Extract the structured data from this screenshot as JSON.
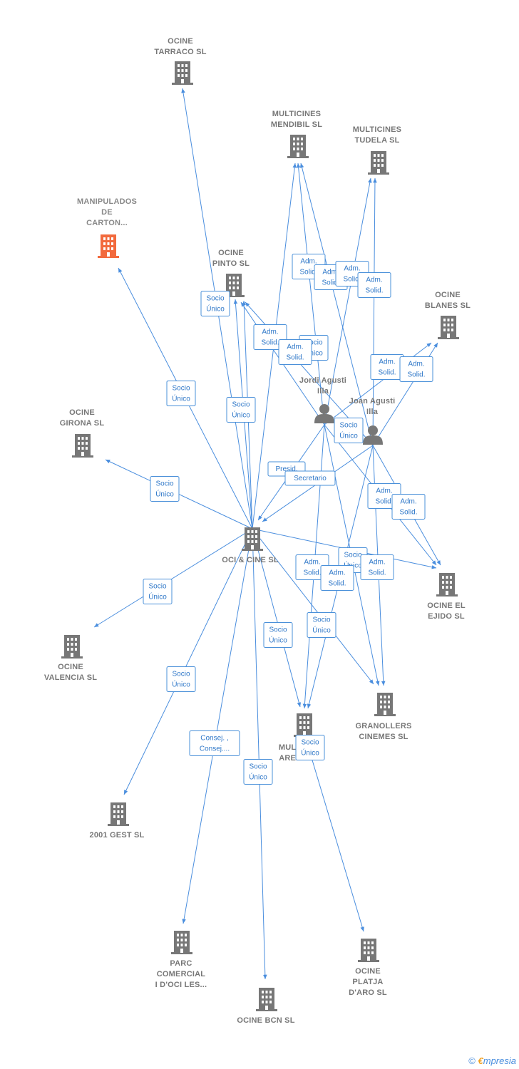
{
  "colors": {
    "edge": "#4a8ede",
    "company": "#777777",
    "highlight": "#f26a3d",
    "person": "#777777"
  },
  "nodes": [
    {
      "id": "tarraco",
      "type": "company",
      "label": [
        "OCINE",
        "TARRACO  SL"
      ]
    },
    {
      "id": "mendibil",
      "type": "company",
      "label": [
        "MULTICINES",
        "MENDIBIL  SL"
      ]
    },
    {
      "id": "tudela",
      "type": "company",
      "label": [
        "MULTICINES",
        "TUDELA SL"
      ]
    },
    {
      "id": "manipulados",
      "type": "company",
      "highlight": true,
      "label": [
        "MANIPULADOS",
        "DE",
        "CARTON..."
      ]
    },
    {
      "id": "pinto",
      "type": "company",
      "label": [
        "OCINE",
        "PINTO  SL"
      ]
    },
    {
      "id": "blanes",
      "type": "company",
      "label": [
        "OCINE",
        "BLANES  SL"
      ]
    },
    {
      "id": "girona",
      "type": "company",
      "label": [
        "OCINE",
        "GIRONA  SL"
      ]
    },
    {
      "id": "jordi",
      "type": "person",
      "label": [
        "Jordi Agusti",
        "Illa"
      ]
    },
    {
      "id": "joan",
      "type": "person",
      "label": [
        "Joan Agusti",
        "Illa"
      ]
    },
    {
      "id": "ocicine",
      "type": "company",
      "label": [
        "OCI & CINE  SL"
      ]
    },
    {
      "id": "ejido",
      "type": "company",
      "label": [
        "OCINE EL",
        "EJIDO  SL"
      ]
    },
    {
      "id": "valencia",
      "type": "company",
      "label": [
        "OCINE",
        "VALENCIA  SL"
      ]
    },
    {
      "id": "granollers",
      "type": "company",
      "label": [
        "GRANOLLERS",
        "CINEMES SL"
      ]
    },
    {
      "id": "multiarea",
      "type": "company",
      "label": [
        "MUL...",
        "ARE..."
      ]
    },
    {
      "id": "gest2001",
      "type": "company",
      "label": [
        "2001 GEST SL"
      ]
    },
    {
      "id": "parc",
      "type": "company",
      "label": [
        "PARC",
        "COMERCIAL",
        "I D'OCI LES..."
      ]
    },
    {
      "id": "platja",
      "type": "company",
      "label": [
        "OCINE",
        "PLATJA",
        "D'ARO  SL"
      ]
    },
    {
      "id": "bcn",
      "type": "company",
      "label": [
        "OCINE BCN  SL"
      ]
    }
  ],
  "relations": [
    {
      "id": "r1",
      "from": "ocicine",
      "to": "tarraco",
      "label": [
        "Socio",
        "Único"
      ]
    },
    {
      "id": "r2",
      "from": "ocicine",
      "to": "manipulados",
      "label": [
        "Socio",
        "Único"
      ]
    },
    {
      "id": "r3",
      "from": "ocicine",
      "to": "pinto",
      "label": [
        "Socio",
        "Único"
      ]
    },
    {
      "id": "r4",
      "from": "ocicine",
      "to": "pinto",
      "label": [
        "Socio",
        "Único"
      ]
    },
    {
      "id": "r5",
      "from": "ocicine",
      "to": "girona",
      "label": [
        "Socio",
        "Único"
      ]
    },
    {
      "id": "r6",
      "from": "ocicine",
      "to": "valencia",
      "label": [
        "Socio",
        "Único"
      ]
    },
    {
      "id": "r7",
      "from": "ocicine",
      "to": "gest2001",
      "label": [
        "Socio",
        "Único"
      ]
    },
    {
      "id": "r8",
      "from": "ocicine",
      "to": "parc",
      "label": [
        "Consej. ,",
        "Consej...."
      ]
    },
    {
      "id": "r9",
      "from": "ocicine",
      "to": "bcn",
      "label": [
        "Socio",
        "Único"
      ]
    },
    {
      "id": "r10",
      "from": "ocicine",
      "to": "multiarea",
      "label": [
        "Socio",
        "Único"
      ]
    },
    {
      "id": "r11",
      "from": "ocicine",
      "to": "granollers",
      "label": [
        "Socio",
        "Único"
      ]
    },
    {
      "id": "r12",
      "from": "ocicine",
      "to": "ejido",
      "label": [
        "Socio",
        "Único"
      ]
    },
    {
      "id": "r13",
      "from": "ocicine",
      "to": "mendibil",
      "label": [
        "Socio",
        "Único"
      ]
    },
    {
      "id": "r14",
      "from": "jordi",
      "to": "mendibil",
      "label": [
        "Adm.",
        "Solid."
      ]
    },
    {
      "id": "r15",
      "from": "joan",
      "to": "mendibil",
      "label": [
        "Adm.",
        "Solid."
      ]
    },
    {
      "id": "r16",
      "from": "jordi",
      "to": "tudela",
      "label": [
        "Adm.",
        "Solid."
      ]
    },
    {
      "id": "r17",
      "from": "joan",
      "to": "tudela",
      "label": [
        "Adm.",
        "Solid."
      ]
    },
    {
      "id": "r18",
      "from": "jordi",
      "to": "pinto",
      "label": [
        "Adm.",
        "Solid."
      ]
    },
    {
      "id": "r19",
      "from": "joan",
      "to": "pinto",
      "label": [
        "Adm.",
        "Solid."
      ]
    },
    {
      "id": "r20",
      "from": "jordi",
      "to": "blanes",
      "label": [
        "Adm.",
        "Solid."
      ]
    },
    {
      "id": "r21",
      "from": "joan",
      "to": "blanes",
      "label": [
        "Adm.",
        "Solid."
      ]
    },
    {
      "id": "r22",
      "from": "jordi",
      "to": "ocicine",
      "label": [
        "Presid."
      ]
    },
    {
      "id": "r23",
      "from": "joan",
      "to": "ocicine",
      "label": [
        "Secretario"
      ]
    },
    {
      "id": "r24",
      "from": "jordi",
      "to": "ejido",
      "label": [
        "Adm.",
        "Solid."
      ]
    },
    {
      "id": "r25",
      "from": "joan",
      "to": "ejido",
      "label": [
        "Adm.",
        "Solid."
      ]
    },
    {
      "id": "r26",
      "from": "jordi",
      "to": "granollers",
      "label": [
        "Adm.",
        "Solid."
      ]
    },
    {
      "id": "r27",
      "from": "joan",
      "to": "granollers",
      "label": [
        "Adm.",
        "Solid."
      ]
    },
    {
      "id": "r28",
      "from": "jordi",
      "to": "multiarea",
      "label": [
        "Adm.",
        "Solid."
      ]
    },
    {
      "id": "r29",
      "from": "joan",
      "to": "multiarea",
      "label": [
        "Socio",
        "Único"
      ]
    },
    {
      "id": "r30",
      "from": "multiarea",
      "to": "platja",
      "label": [
        "Socio",
        "Único"
      ]
    }
  ],
  "footer": {
    "copyright": "©",
    "brand_first": "€",
    "brand_rest": "mpresia"
  }
}
